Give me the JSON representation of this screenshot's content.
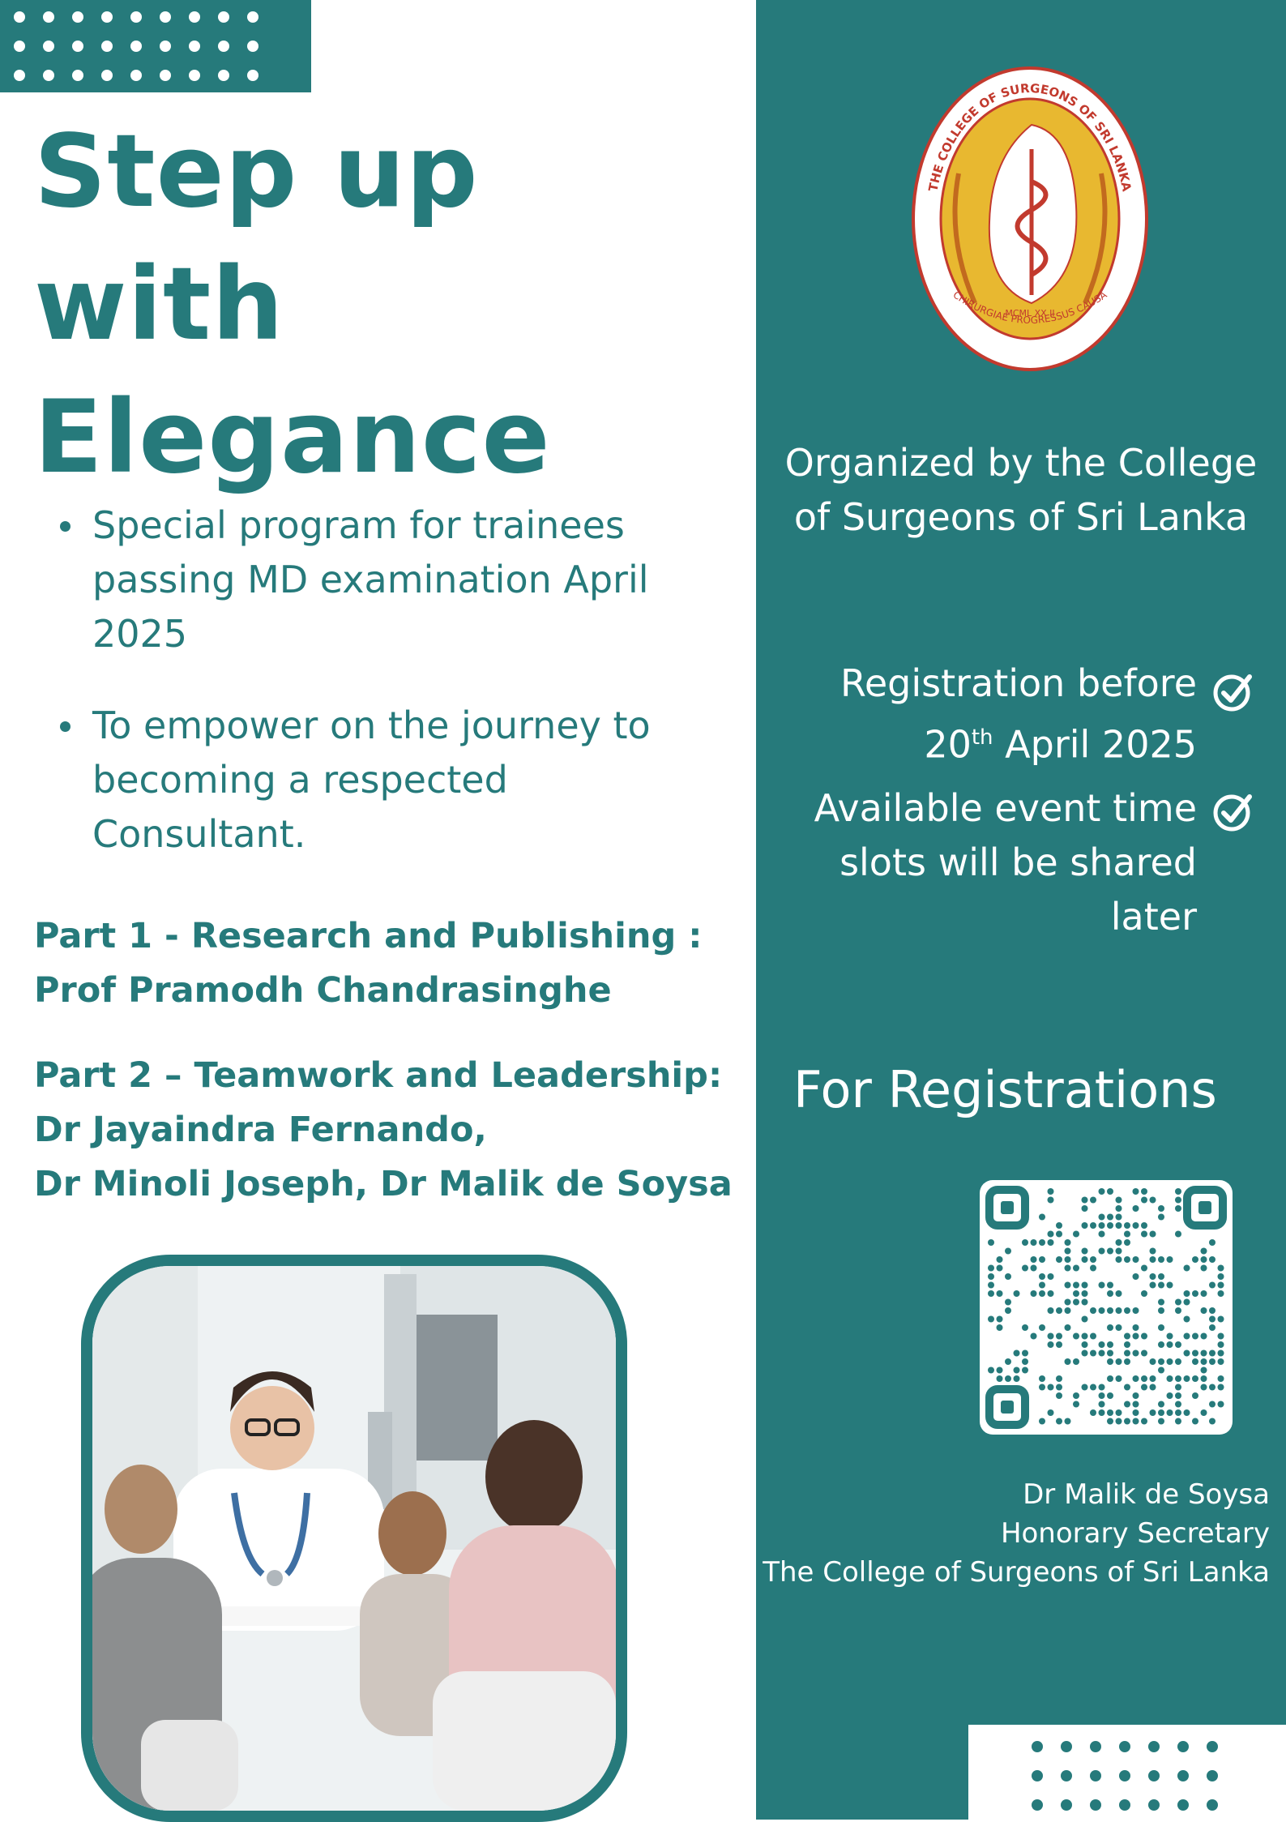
{
  "headline": {
    "line1": "Step up",
    "line2": "with",
    "line3": "Elegance"
  },
  "bullets": [
    {
      "line1": "Special program for trainees",
      "line2": "passing MD examination April",
      "line3": "2025"
    },
    {
      "line1": "To empower on the journey to",
      "line2": "becoming a respected",
      "line3": "Consultant."
    }
  ],
  "part1": {
    "line1": "Part 1 - Research and Publishing :",
    "line2": "Prof Pramodh Chandrasinghe"
  },
  "part2": {
    "line1": "Part 2 – Teamwork and Leadership:",
    "line2": "Dr Jayaindra Fernando,",
    "line3": "Dr Minoli Joseph, Dr Malik de Soysa"
  },
  "logo": {
    "ring_text_top": "THE COLLEGE OF SURGEONS OF SRI LANKA",
    "ring_text_bottom": "CHIRURGIAE PROGRESSUS CAUSA",
    "year": "MCML XX II"
  },
  "organizer": {
    "line1": "Organized by the College",
    "line2": "of Surgeons of Sri Lanka"
  },
  "registration_deadline": {
    "line1": "Registration before",
    "day": "20",
    "suffix": "th",
    "rest": " April 2025"
  },
  "time_slots": {
    "line1": "Available event time",
    "line2": "slots will be shared",
    "line3": "later"
  },
  "registrations_heading": "For Registrations",
  "signature": {
    "name": "Dr Malik de Soysa",
    "role": "Honorary Secretary",
    "org": "The College of Surgeons of Sri Lanka"
  },
  "colors": {
    "teal": "#267a7b",
    "white": "#ffffff",
    "logo_gold": "#e8b830",
    "logo_red": "#c23a2e"
  },
  "icons": {
    "check": "check-circle-icon"
  }
}
